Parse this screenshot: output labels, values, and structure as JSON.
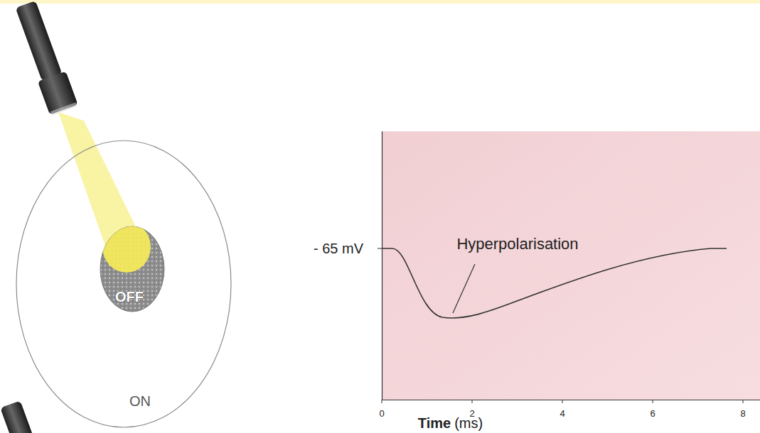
{
  "diagram": {
    "nodes": [
      {
        "text": [
          "ON"
        ]
      },
      {
        "text": [
          "OFF"
        ],
        "in": 0
      }
    ],
    "labels": [
      "- 65 mV",
      "Hyperpolarisation",
      "0",
      "2",
      "4",
      "6",
      "8",
      "Time",
      "(ms)"
    ]
  }
}
